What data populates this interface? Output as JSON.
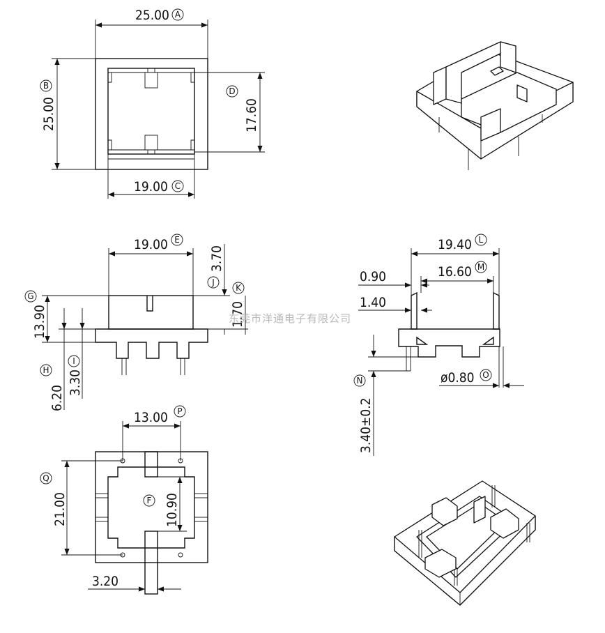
{
  "watermark": "东莞市洋通电子有限公司",
  "top_view": {
    "width": "25.00",
    "width_tag": "A",
    "height": "25.00",
    "height_tag": "B",
    "inner_height": "17.60",
    "inner_height_tag": "D",
    "inner_width": "19.00",
    "inner_width_tag": "C"
  },
  "side_view": {
    "top_width": "19.00",
    "top_width_tag": "E",
    "wall_height": "13.90",
    "wall_height_tag": "G",
    "pin_len": "6.20",
    "pin_len_tag": "H",
    "base_thk": "3.30",
    "base_thk_tag": "I",
    "slot_depth": "3.70",
    "slot_depth_tag": "J",
    "slot_w": "1.70",
    "slot_w_tag": "K"
  },
  "front_view": {
    "outer": "19.40",
    "outer_tag": "L",
    "inner": "16.60",
    "inner_tag": "M",
    "d1": "0.90",
    "d2": "1.40",
    "standoff": "3.40±0.2",
    "standoff_tag": "N",
    "pin_dia": "ø0.80",
    "pin_dia_tag": "O"
  },
  "bottom_view": {
    "pin_pitch_x": "13.00",
    "pin_pitch_x_tag": "P",
    "pin_pitch_y": "21.00",
    "pin_pitch_y_tag": "Q",
    "opening": "10.90",
    "opening_tag": "F",
    "slot_w": "3.20"
  }
}
